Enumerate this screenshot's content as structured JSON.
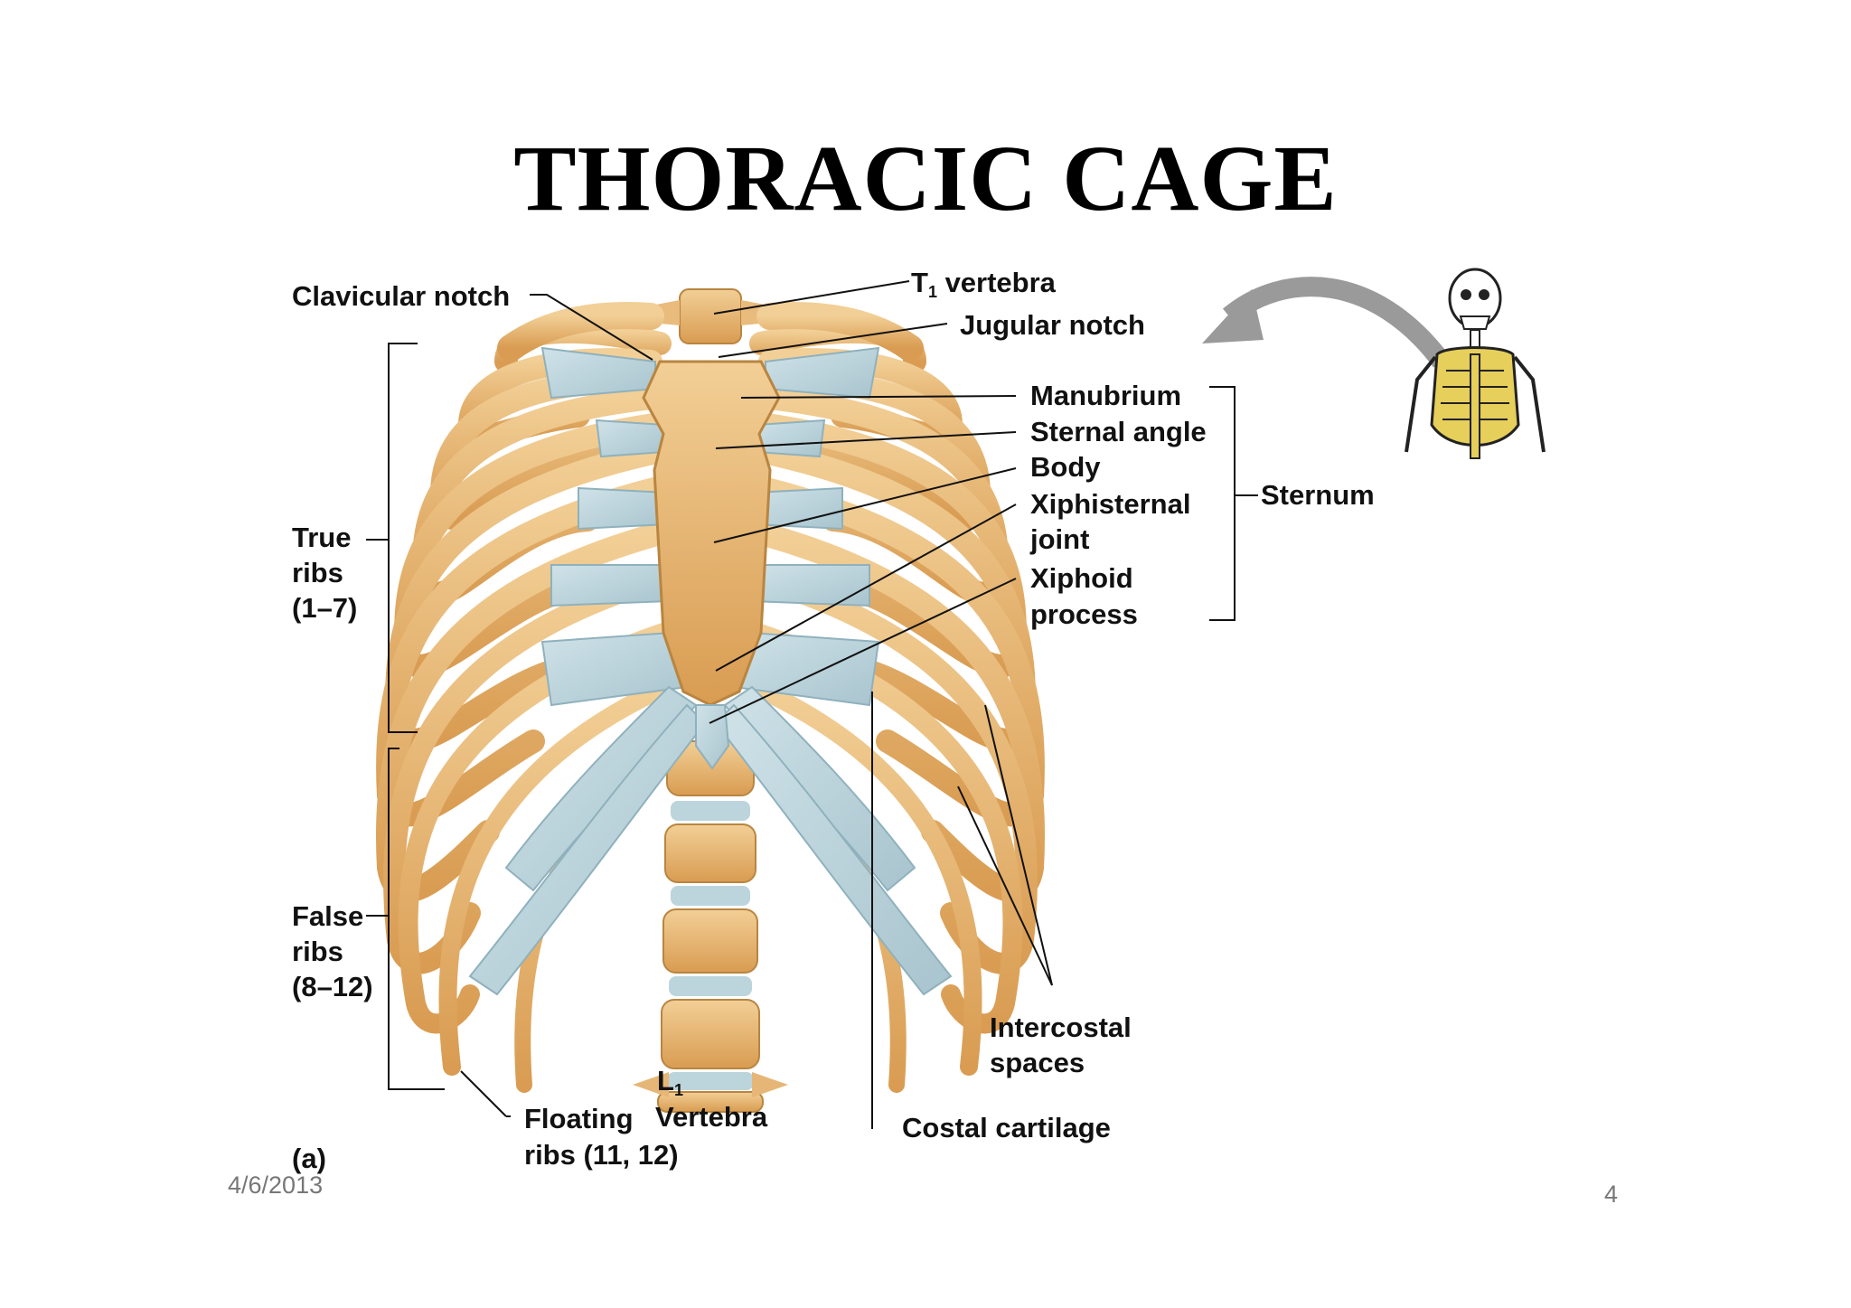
{
  "slide": {
    "title": "THORACIC CAGE",
    "date": "4/6/2013",
    "page_number": "4"
  },
  "labels": {
    "clavicular_notch": "Clavicular notch",
    "t1_vertebra_prefix": "T",
    "t1_vertebra_sub": "1",
    "t1_vertebra_rest": " vertebra",
    "jugular_notch": "Jugular notch",
    "manubrium": "Manubrium",
    "sternal_angle": "Sternal angle",
    "body": "Body",
    "xiphisternal_joint_1": "Xiphisternal",
    "xiphisternal_joint_2": "joint",
    "xiphoid_process_1": "Xiphoid",
    "xiphoid_process_2": "process",
    "sternum": "Sternum",
    "true_ribs_1": "True",
    "true_ribs_2": "ribs",
    "true_ribs_3": "(1–7)",
    "false_ribs_1": "False",
    "false_ribs_2": "ribs",
    "false_ribs_3": "(8–12)",
    "intercostal_spaces_1": "Intercostal",
    "intercostal_spaces_2": "spaces",
    "l1_prefix": "L",
    "l1_sub": "1",
    "vertebra": "Vertebra",
    "floating_ribs_1": "Floating",
    "floating_ribs_2": "ribs (11, 12)",
    "costal_cartilage": "Costal cartilage",
    "panel_letter": "(a)"
  },
  "colors": {
    "bone": "#e8b877",
    "bone_dark": "#c98e45",
    "cartilage": "#b9d3db",
    "cartilage_dark": "#8fb1bd",
    "leader": "#111111",
    "arrow": "#9a9a9a",
    "thumb_fill": "#e6cf5a"
  }
}
